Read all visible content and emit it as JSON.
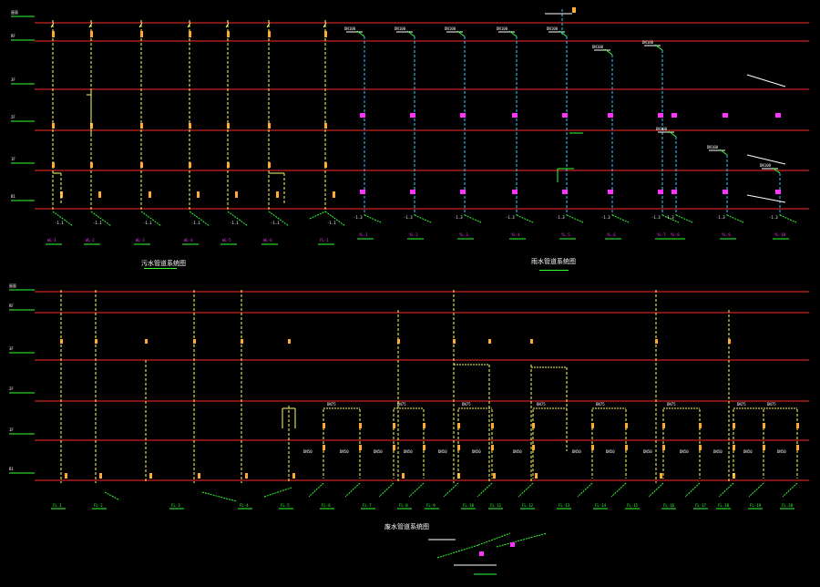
{
  "colors": {
    "background": "#000000",
    "floor_line": "#ff2a2a",
    "sewage_riser": "#ffff66",
    "rain_riser": "#33ccff",
    "magenta": "#ff33ff",
    "green": "#33ff33",
    "white": "#ffffff",
    "orange": "#ffaa33"
  },
  "upper": {
    "levels": [
      "屋面",
      "RF",
      "3F",
      "2F",
      "1F",
      "B1"
    ],
    "sewage_ids": [
      "WL-1",
      "WL-2",
      "WL-3",
      "WL-4",
      "WL-5",
      "WL-6",
      "FL-1"
    ],
    "rain_ids": [
      "YL-1",
      "YL-2",
      "YL-3",
      "YL-4",
      "YL-5",
      "YL-6",
      "YL-7",
      "YL-8",
      "YL-9",
      "YL-10"
    ],
    "sewage_title": "污水管道系统图",
    "rain_title": "雨水管道系统图"
  },
  "lower": {
    "levels": [
      "屋面",
      "RF",
      "3F",
      "2F",
      "1F",
      "B1"
    ],
    "riser_ids": [
      "FL-1",
      "FL-2",
      "FL-3",
      "FL-4",
      "FL-5",
      "FL-6",
      "FL-7",
      "FL-8",
      "FL-9",
      "FL-10",
      "FL-11",
      "FL-12",
      "FL-13",
      "FL-14",
      "FL-15",
      "FL-16",
      "FL-17",
      "FL-18",
      "FL-19",
      "FL-20"
    ],
    "title": "废水管道系统图"
  }
}
